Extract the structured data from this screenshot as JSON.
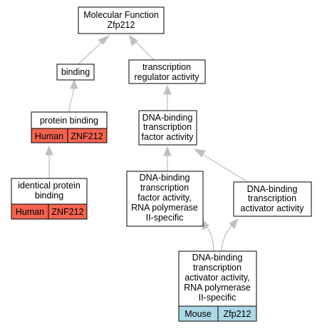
{
  "colors": {
    "background": "#ffffff",
    "node_fill": "#ffffff",
    "node_border": "#000000",
    "edge": "#c0c0c0",
    "human_annotation": "#f26350",
    "mouse_annotation": "#add8e6"
  },
  "nodes": {
    "molecular_function": {
      "lines": [
        "Molecular Function",
        "Zfp212"
      ]
    },
    "binding": {
      "lines": [
        "binding"
      ]
    },
    "transcription_regulator_activity": {
      "lines": [
        "transcription",
        "regulator activity"
      ]
    },
    "protein_binding": {
      "lines": [
        "protein binding"
      ],
      "annotation": {
        "species": "Human",
        "gene": "ZNF212"
      }
    },
    "dna_binding_tf_activity": {
      "lines": [
        "DNA-binding",
        "transcription",
        "factor activity"
      ]
    },
    "identical_protein_binding": {
      "lines": [
        "identical protein",
        "binding"
      ],
      "annotation": {
        "species": "Human",
        "gene": "ZNF212"
      }
    },
    "dna_binding_tf_activity_pol2": {
      "lines": [
        "DNA-binding",
        "transcription",
        "factor activity,",
        "RNA polymerase",
        "II-specific"
      ]
    },
    "dna_binding_activator_activity": {
      "lines": [
        "DNA-binding",
        "transcription",
        "activator activity"
      ]
    },
    "dna_binding_activator_activity_pol2": {
      "lines": [
        "DNA-binding",
        "transcription",
        "activator activity,",
        "RNA polymerase",
        "II-specific"
      ],
      "annotation": {
        "species": "Mouse",
        "gene": "Zfp212"
      }
    }
  }
}
